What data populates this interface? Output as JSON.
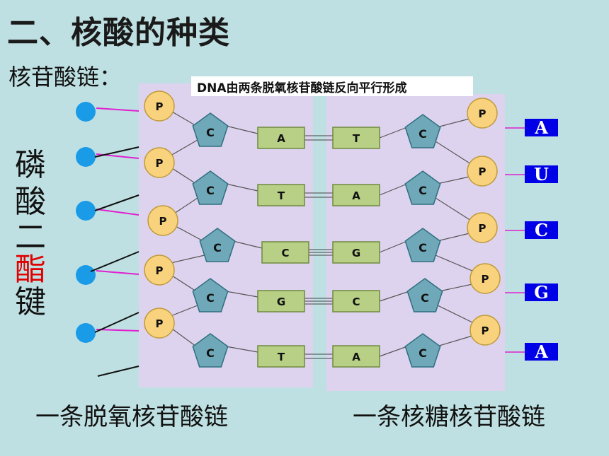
{
  "title": "二、核酸的种类",
  "subtitle": "核苷酸链：",
  "vertical_label": [
    "磷",
    "酸",
    "二",
    "酯",
    "键"
  ],
  "highlight_color": "#e00000",
  "diagram_caption": "DNA由两条脱氧核苷酸链反向平行形成",
  "phosphate_label": "P",
  "sugar_label": "C",
  "left_bases": [
    "A",
    "T",
    "C",
    "G",
    "T"
  ],
  "right_bases": [
    "T",
    "A",
    "G",
    "C",
    "A"
  ],
  "rna_bases": [
    "A",
    "U",
    "C",
    "G",
    "A"
  ],
  "bottom_left": "一条脱氧核苷酸链",
  "bottom_right": "一条核糖核苷酸链"
}
